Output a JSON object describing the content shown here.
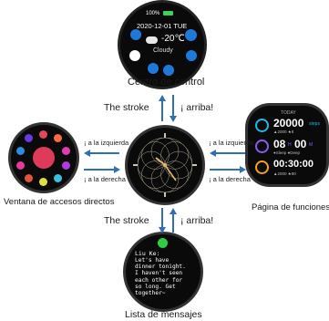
{
  "top_watch": {
    "battery": "100%",
    "date": "2020-12-01 TUE",
    "temperature": "-20℃",
    "weather": "Cloudy",
    "caption": "Centro de control",
    "icons": [
      "battery-icon",
      "brightness-icon",
      "bluetooth-icon",
      "settings-icon",
      "weather-cloud-icon",
      "soccer-icon",
      "phone-icon",
      "stopwatch-icon",
      "music-icon"
    ]
  },
  "center_watch": {
    "face": "analog-clock-face"
  },
  "arrows": {
    "up_top": "The stroke",
    "up_top_right": "¡ arriba!",
    "up_bottom": "The stroke",
    "up_bottom_right": "¡ arriba!",
    "left_to_left": "¡ a la izquierda",
    "left_to_right": "¡ a la derecha",
    "right_to_left": "¡ a la izquierda",
    "right_to_right": "¡ a la derecha"
  },
  "left_watch": {
    "caption": "Ventana de accesos directos"
  },
  "right_watch": {
    "caption": "Página de funciones",
    "header": "TODAY",
    "rows": [
      {
        "value": "20000",
        "unit": "steps",
        "sub": "▲2000  ★8",
        "color": "#19b9e8",
        "icon": "steps-icon"
      },
      {
        "value": "08",
        "unit": "H",
        "value2": "00",
        "unit2": "M",
        "sub": "●Sleep  ●Deep",
        "color": "#8a5cf0",
        "icon": "sleep-icon"
      },
      {
        "value": "00:30:00",
        "unit": "",
        "sub": "▲2000  ★90",
        "color": "#f6a11a",
        "icon": "exercise-icon"
      }
    ]
  },
  "bottom_watch": {
    "sender": "Liu Ke:",
    "message": "Let's have dinner tonight. I haven't seen each other for so long. Get together~",
    "caption": "Lista de mensajes"
  },
  "colors": {
    "arrow": "#2f6fb4",
    "watch_bg": "#0a0a0a",
    "accent_blue": "#1e7ad8"
  }
}
